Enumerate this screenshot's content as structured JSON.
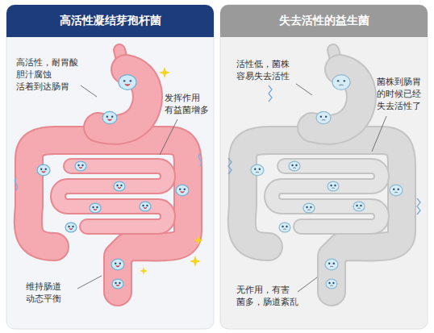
{
  "diagram": {
    "nodes": [
      {
        "text": [
          "高活性凝结芽孢杆菌"
        ]
      },
      {
        "text": [
          "失去活性的益生菌"
        ]
      }
    ],
    "labels": [
      "高活性，耐胃酸 胆汁腐蚀 活着到达肠胃",
      "发挥作用 有益菌增多",
      "维持肠道 动态平衡",
      "活性低，菌株 容易失去活性",
      "菌株到肠胃 的时候已经 失去活性了",
      "无作用，有害 菌多，肠道紊乱"
    ]
  }
}
